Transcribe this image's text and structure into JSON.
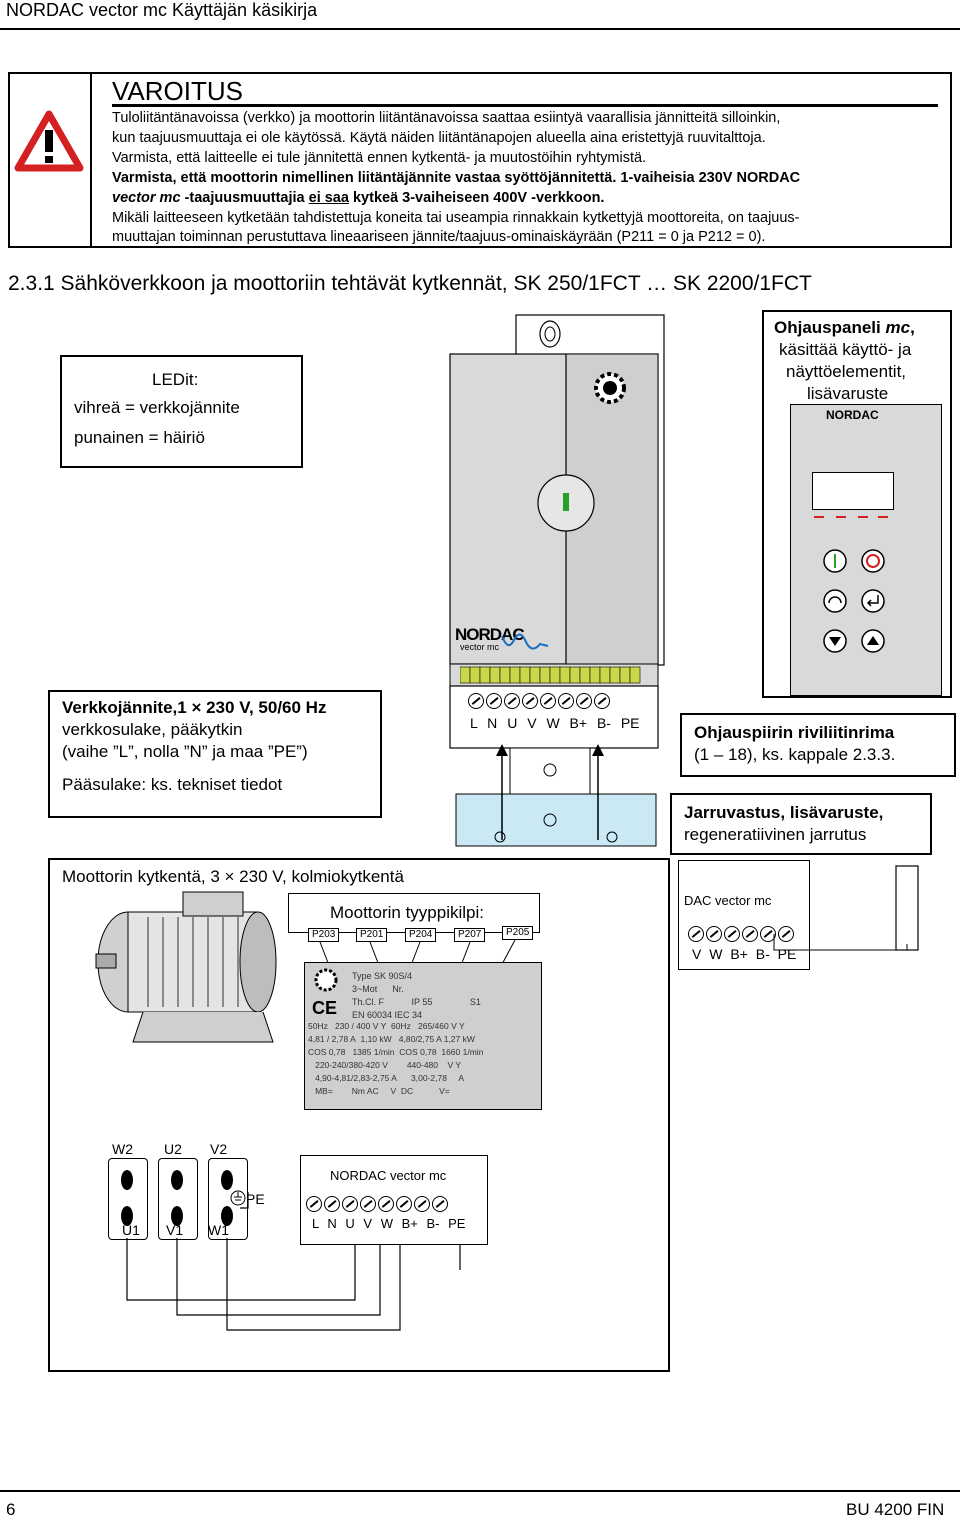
{
  "header": {
    "title": "NORDAC vector mc Käyttäjän käsikirja"
  },
  "warning": {
    "title": "VAROITUS",
    "lines": [
      "Tuloliitäntänavoissa (verkko) ja moottorin liitäntänavoissa saattaa esiintyä vaarallisia jännitteitä silloinkin,",
      "kun taajuusmuuttaja ei ole käytössä. Käytä näiden liitäntänapojen alueella aina eristettyjä ruuvitalttoja.",
      "Varmista, että laitteelle ei tule jännitettä ennen kytkentä- ja muutostöihin ryhtymistä.",
      "Varmista, että moottorin nimellinen liitäntäjännite vastaa syöttöjännitettä.",
      "Mikäli laitteeseen kytketään tahdistettuja koneita tai useampia rinnakkain kytkettyjä moottoreita, on taajuus-",
      "muuttajan toiminnan perustuttava lineaariseen jännite/taajuus-ominaiskäyrään (P211 = 0 ja P212 = 0)."
    ],
    "line5_a": "1-vaiheisia 230V NORDAC",
    "line6_a": "vector mc",
    "line6_b": "-taajuusmuuttajia",
    "line6_c": "ei saa",
    "line6_d": "kytkeä 3-vaiheiseen 400V -verkkoon."
  },
  "section": {
    "title": "2.3.1  Sähköverkkoon ja moottoriin tehtävät kytkennät, SK 250/1FCT … SK 2200/1FCT"
  },
  "leds": {
    "title": "LEDit:",
    "green": "vihreä = verkkojännite",
    "red": "punainen = häiriö"
  },
  "panel": {
    "line1a": "Ohjauspaneli ",
    "line1b": "mc",
    "line1c": ",",
    "line2": "käsittää käyttö- ja",
    "line3": "näyttöelementit,",
    "line4": "lisävaruste",
    "logo": "NORDAC"
  },
  "device": {
    "logo": "NORDAC",
    "model": "vector mc",
    "terminals": [
      "L",
      "N",
      "U",
      "V",
      "W",
      "B+",
      "B-",
      "PE"
    ]
  },
  "mains": {
    "line1": "Verkkojännite,1 × 230 V, 50/60 Hz",
    "line2": "verkkosulake, pääkytkin",
    "line3": "(vaihe ”L”, nolla ”N” ja maa ”PE”)",
    "line4": "Pääsulake: ks. tekniset tiedot"
  },
  "control": {
    "line1": "Ohjauspiirin riviliitinrima",
    "line2": "(1 – 18), ks. kappale 2.3.3."
  },
  "brake": {
    "line1": "Jarruvastus, lisävaruste,",
    "line2": "regeneratiivinen jarrutus",
    "device": "DAC vector mc",
    "terminals": [
      "V",
      "W",
      "B+",
      "B-",
      "PE"
    ]
  },
  "motor": {
    "title": "Moottorin kytkentä, 3 × 230 V, kolmiokytkentä",
    "plate_title": "Moottorin tyyppikilpi:",
    "params": [
      "P203",
      "P201",
      "P204",
      "P207",
      "P205"
    ],
    "plate": {
      "r1": "Type SK   90S/4",
      "r2a": "3~Mot",
      "r2b": "Nr.",
      "r3a": "Th.Cl. F",
      "r3b": "IP 55",
      "r3c": "S1",
      "r4": "EN 60034  IEC 34",
      "r5a": "50Hz",
      "r5b": "230 / 400  V",
      "r5c": "Y",
      "r5d": "60Hz",
      "r5e": "265/460  V",
      "r5f": "Y",
      "r6a": "4,81 / 2,78",
      "r6b": "A",
      "r6c": "1,10",
      "r6d": "kW",
      "r6e": "4,80/2,75",
      "r6f": "A",
      "r6g": "1,27 kW",
      "r7a": "COS",
      "r7b": "0,78",
      "r7c": "1385",
      "r7d": "1/min",
      "r7e": "COS",
      "r7f": "0,78",
      "r7g": "1660",
      "r7h": "1/min",
      "r8a": "220-240/380-420",
      "r8b": "V",
      "r8c": "440-480",
      "r8d": "V Y",
      "r9a": "4,90-4,81/2,83-2,75",
      "r9b": "A",
      "r9c": "3,00-2,78",
      "r9d": "A",
      "r10a": "MB=",
      "r10b": "Nm  AC",
      "r10c": "V",
      "r10d": "DC",
      "r10e": "V="
    }
  },
  "wiring": {
    "top": [
      "W2",
      "U2",
      "V2"
    ],
    "bottom": [
      "U1",
      "V1",
      "W1"
    ],
    "pe": "PE",
    "device": "NORDAC vector mc",
    "terminals": [
      "L",
      "N",
      "U",
      "V",
      "W",
      "B+",
      "B-",
      "PE"
    ]
  },
  "footer": {
    "page": "6",
    "doc": "BU 4200 FIN"
  }
}
